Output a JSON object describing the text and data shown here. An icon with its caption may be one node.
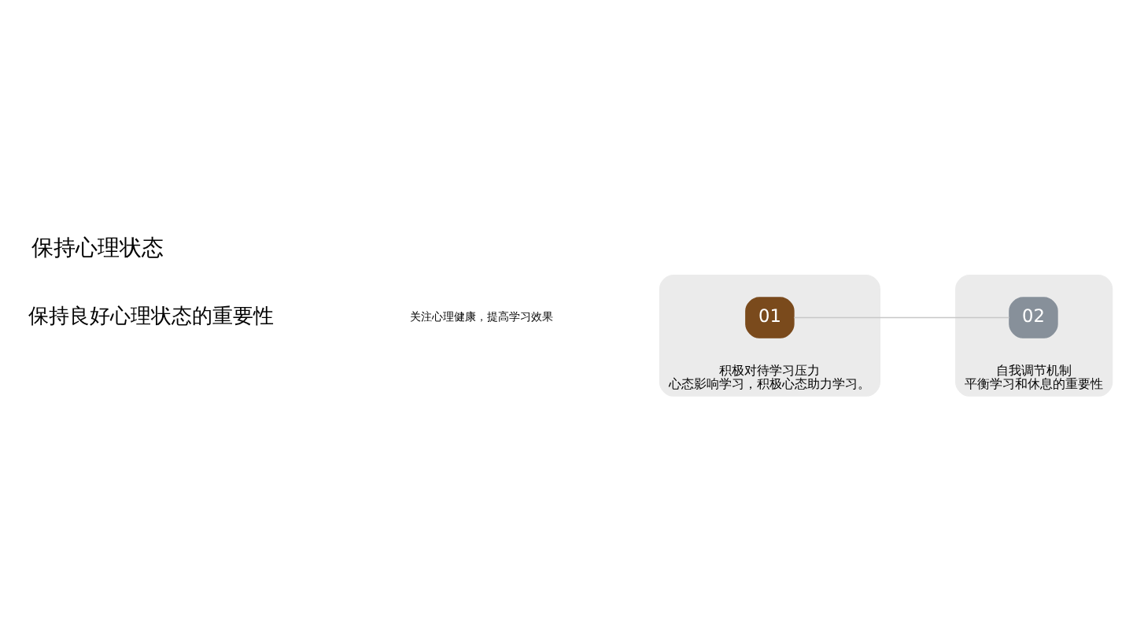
{
  "diagram": {
    "title": "保持心理状态",
    "nodes": [
      {
        "text": [
          "积极对待学习压力",
          "心态影响学习，积极心态助力学习。"
        ]
      },
      {
        "text": [
          "01"
        ],
        "in": 0
      },
      {
        "text": [
          "自我调节机制",
          "平衡学习和休息的重要性"
        ]
      },
      {
        "text": [
          "02"
        ],
        "in": 2
      }
    ],
    "edges": [
      {
        "from": 1,
        "to": 3,
        "arrow": "none",
        "color": "#c8c8c8"
      }
    ],
    "labels": [
      "保持良好心理状态的重要性",
      "关注心理健康，提高学习效果"
    ]
  }
}
